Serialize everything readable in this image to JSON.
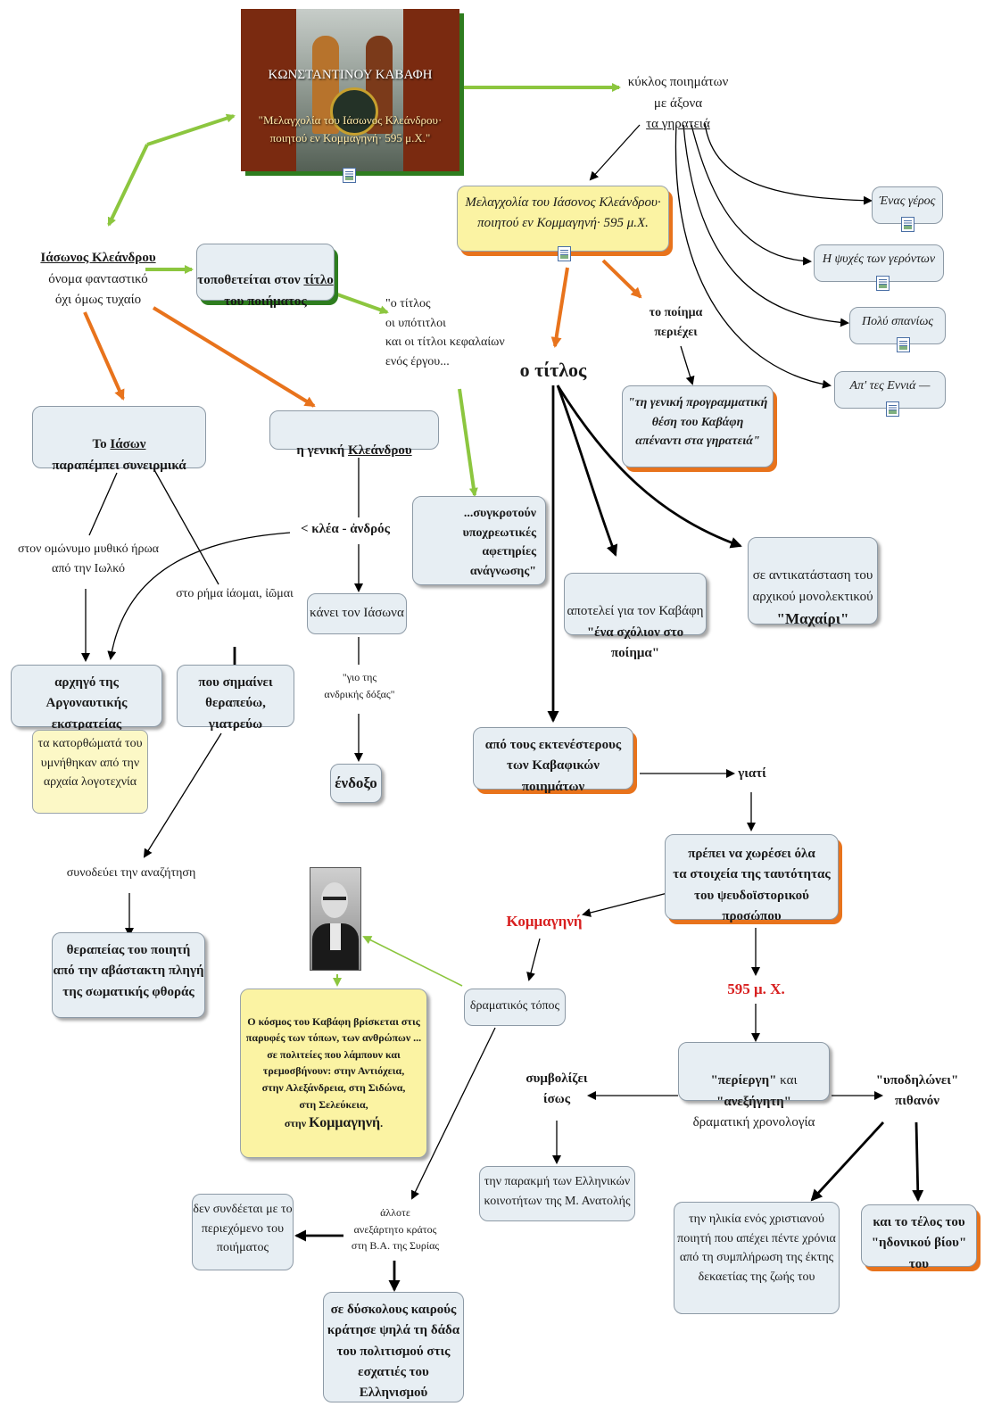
{
  "colors": {
    "green_arrow": "#8cc63f",
    "orange_arrow": "#e8731c",
    "black_arrow": "#000000",
    "red_text": "#d82020"
  },
  "header": {
    "author": "ΚΩΝΣΤΑΝΤΙΝΟΥ ΚΑΒΑΦΗ",
    "poem_title": "\"Μελαγχολία του Ιάσωνος Κλεάνδρου· ποιητού εν Κομμαγηνή· 595 μ.Χ.\""
  },
  "top_right": {
    "cycle_label": "κύκλος ποιημάτων\nμε άξονα",
    "cycle_underlined": "τα γηρατειά"
  },
  "poem_box": "Μελαγχολία του Ιάσονος Κλεάνδρου·\nποιητού εν Κομμαγηνή· 595 μ.Χ.",
  "related_poems": [
    "Ένας γέρος",
    "Η ψυχές των γερόντων",
    "Πολύ σπανίως",
    "Απ' τες Εννιά —"
  ],
  "poem_contains": "το ποίημα\nπεριέχει",
  "programmatic": "\"τη γενική προγραμματική\nθέση του Καβάφη\nαπέναντι στα γηρατειά\"",
  "the_title": "ο τίτλος",
  "name": {
    "underlined": "Ιάσωνος Κλεάνδρου",
    "rest": "όνομα φανταστικό\nόχι όμως τυχαίο"
  },
  "placed_in_title": {
    "line1_prefix": "τοποθετείται στον ",
    "line1_underlined": "τίτλο",
    "line2": "του ποιήματος"
  },
  "quote_titles": "\"ο τίτλος\nοι υπότιτλοι\nκαι οι τίτλοι κεφαλαίων\nενός έργου...",
  "quote_constitute": "...συγκροτούν\nυποχρεωτικές\nαφετηρίες ανάγνωσης\"",
  "iason": {
    "prefix": "Το ",
    "underlined": "Ιάσων",
    "line2": "παραπέμπει συνειρμικά"
  },
  "genitive": {
    "prefix": "η γενική ",
    "underlined": "Κλεάνδρου"
  },
  "klea": "< κλέα - ἀνδρός",
  "makes_iason": "κάνει τον Ιάσωνα",
  "son_of_glory": "\"γιο της\nανδρικής δόξας\"",
  "glorious": "ένδοξο",
  "namesake_hero": "στον ομώνυμο μυθικό ήρωα\nαπό την Ιωλκό",
  "verb_heal": "στο ρήμα ἰάομαι, ἰῶμαι",
  "argonaut_leader": "αρχηγό της\nΑργοναυτικής εκστρατείας",
  "feats": "τα κατορθώματά του\nυμνήθηκαν από την\nαρχαία λογοτεχνία",
  "heal_meaning": "που σημαίνει\nθεραπεύω, γιατρεύω",
  "accompanies": "συνοδεύει την αναζήτηση",
  "cure": "θεραπείας του ποιητή\nαπό την αβάστακτη πληγή\nτης σωματικής φθοράς",
  "substitution": {
    "text": "σε αντικατάσταση του\nαρχικού μονολεκτικού",
    "bold": "\"Μαχαίρι\""
  },
  "scholion": {
    "text": "αποτελεί για τον Καβάφη",
    "bold": "\"ένα σχόλιον στο ποίημα\""
  },
  "longest": "από τους εκτενέστερους\nτων Καβαφικών ποιημάτων",
  "why": "γιατί",
  "must_contain": "πρέπει να χωρέσει όλα\nτα στοιχεία της ταυτότητας\nτου ψευδοϊστορικού προσώπου",
  "kommagene": "Κομμαγηνή",
  "year": "595 μ. Χ.",
  "dramatic_place": "δραματικός τόπος",
  "world": {
    "text": "Ο κόσμος του Καβάφη βρίσκεται στις\nπαρυφές των τόπων, των ανθρώπων ...\nσε πολιτείες που λάμπουν και\nτρεμοσβήνουν: στην Αντιόχεια,\nστην Αλεξάνδρεια, στη Σιδώνα,\nστη Σελεύκεια,\nστην ",
    "big": "Κομμαγηνή",
    "end": "."
  },
  "chronology": {
    "q1": "\"περίεργη\"",
    "and": " και ",
    "q2": "\"ανεξήγητη\"",
    "line2": "δραματική χρονολογία"
  },
  "symbolizes": "συμβολίζει\nίσως",
  "implies": "\"υποδηλώνει\"\nπιθανόν",
  "decline": "την παρακμή των Ελληνικών\nκοινοτήτων της Μ. Ανατολής",
  "age": "την ηλικία ενός χριστιανού\nποιητή που απέχει πέντε χρόνια\nαπό τη συμπλήρωση της έκτης\nδεκαετίας της ζωής του",
  "end_of_life": "και το τέλος του\n\"ηδονικού βίου\" του",
  "once_state": "άλλοτε\nανεξάρτητο κράτος\nστη Β.Α. της Συρίας",
  "not_related": "δεν συνδέεται με το\nπεριεχόμενο του\nποιήματος",
  "torch": "σε δύσκολους καιρούς\nκράτησε ψηλά τη δάδα\nτου πολιτισμού στις\nεσχατιές του Ελληνισμού"
}
